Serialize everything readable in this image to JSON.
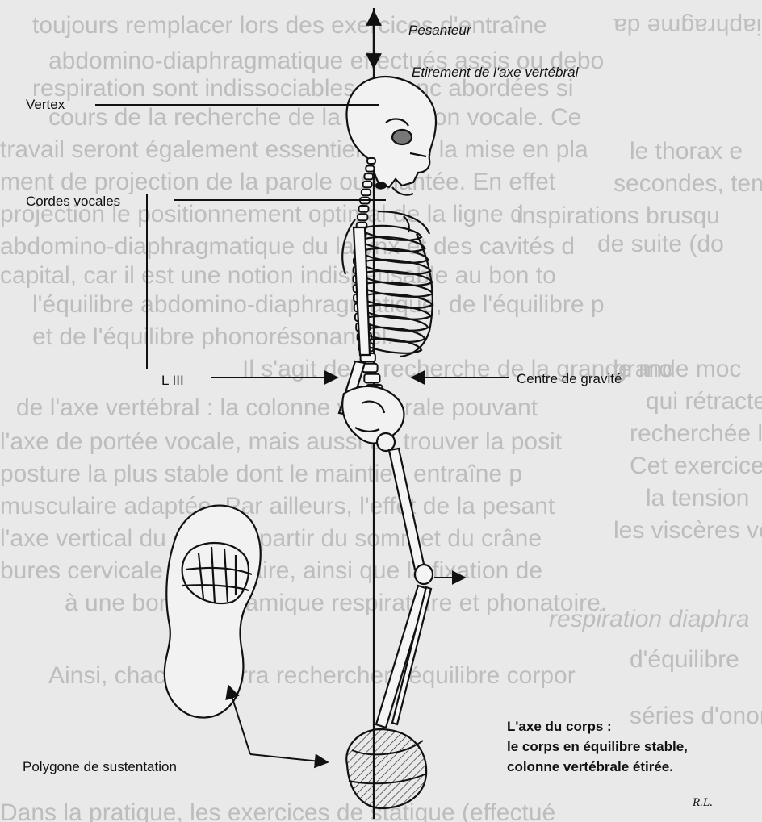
{
  "labels": {
    "pesanteur": "Pesanteur",
    "etirement": "Etirement de l'axe vertébral",
    "vertex": "Vertex",
    "cordes_vocales": "Cordes vocales",
    "l3": "L III",
    "centre_gravite": "Centre de gravité",
    "polygone": "Polygone de sustentation"
  },
  "caption": {
    "line1": "L'axe du corps :",
    "line2": "le corps en équilibre stable,",
    "line3": "colonne vertébrale étirée."
  },
  "signature": "R.L.",
  "bleed_through_text": [
    "toujours remplacer lors des exercices d'entraîne",
    "abdomino-diaphragmatique effectués assis ou debo",
    "respiration sont indissociables et donc abordées si",
    "cours de la recherche de la respiration vocale. Ce",
    "travail seront également essentiels dans la mise en pla",
    "ment de projection de la parole ou chantée. En effet",
    "projection le positionnement optimal de la ligne d",
    "abdomino-diaphragmatique du larynx et des cavités d",
    "capital, car il est une notion indispensable au bon to",
    "l'équilibre abdomino-diaphragmatique, de l'équilibre p",
    "et de l'équilibre phonorésonantiel.",
    "Il s'agit de la recherche de la grande mo",
    "de l'axe vertébral : la colonne vertébrale pouvant",
    "l'axe de portée vocale, mais aussi de trouver la posit",
    "posture la plus stable dont le maintien entraîne p",
    "musculaire adaptée. Par ailleurs, l'effet de la pesant",
    "l'axe vertical du corps à partir du sommet du crâne",
    "bures cervicale et lombaire, ainsi que la fixation de",
    "à une bonne dynamique respiratoire et phonatoire.",
    "Ainsi, chacun pourra rechercher l'équilibre corpor",
    "Dans la pratique, les exercices de statique (effectué"
  ],
  "bleed_through_right": [
    "diaphragme da",
    "le thorax e",
    "secondes, tem",
    "inspirations brusqu",
    "de suite (do",
    "grande moc",
    "qui rétracte",
    "recherchée la",
    "Cet exercice",
    "la tension",
    "les viscères ve",
    "respiration diaphra",
    "d'équilibre",
    "séries d'onom"
  ]
}
